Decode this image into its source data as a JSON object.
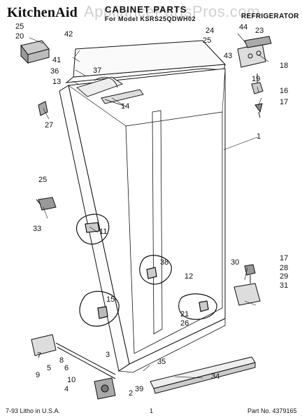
{
  "header": {
    "brand": "KitchenAid",
    "title": "CABINET PARTS",
    "subtitle": "For Model KSRS25QDWH02",
    "category": "REFRIGERATOR",
    "watermark": "AppliancePartsPros.com"
  },
  "footer": {
    "litho": "7-93 Litho in U.S.A.",
    "page": "1",
    "part_no": "Part No. 4379165"
  },
  "callouts": {
    "c1": "1",
    "c2": "2",
    "c3": "3",
    "c4": "4",
    "c5": "5",
    "c6": "6",
    "c7": "7",
    "c8": "8",
    "c9": "9",
    "c10": "10",
    "c11": "11",
    "c12": "12",
    "c13": "13",
    "c14": "14",
    "c15": "15",
    "c16": "16",
    "c17a": "17",
    "c17b": "17",
    "c18": "18",
    "c19": "19",
    "c20": "20",
    "c21": "21",
    "c23": "23",
    "c24": "24",
    "c25a": "25",
    "c25b": "25",
    "c26": "26",
    "c27": "27",
    "c28": "28",
    "c29": "29",
    "c30": "30",
    "c31": "31",
    "c33": "33",
    "c34": "34",
    "c35": "35",
    "c36": "36",
    "c37": "37",
    "c38": "38",
    "c39": "39",
    "c41": "41",
    "c42": "42",
    "c43": "43",
    "c44": "44"
  }
}
